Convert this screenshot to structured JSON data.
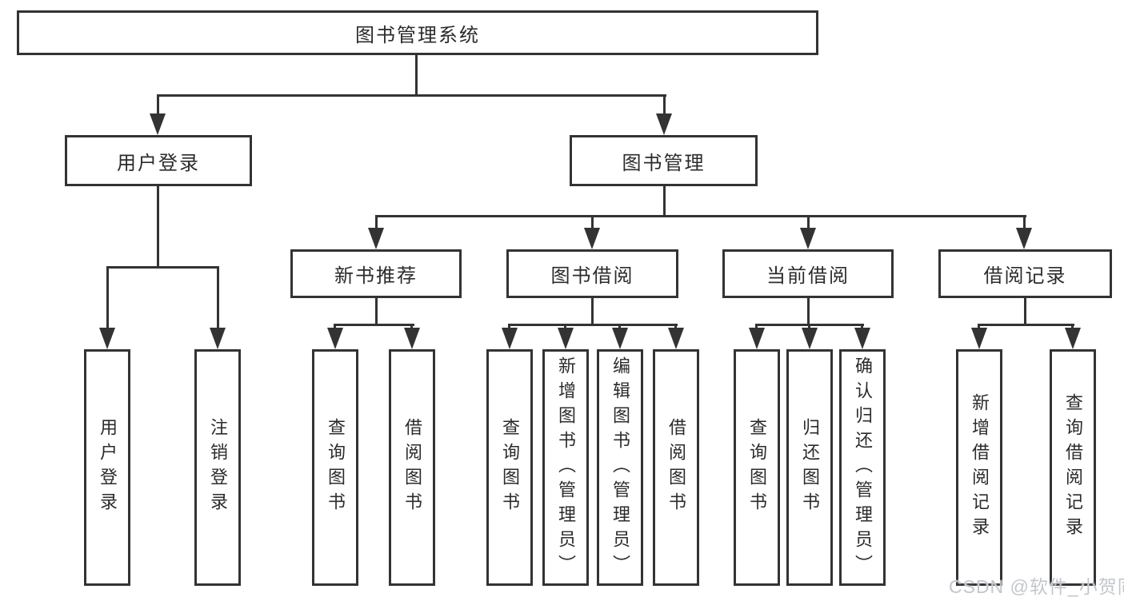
{
  "tree": {
    "root": {
      "label": "图书管理系统",
      "children": [
        {
          "label": "用户登录",
          "children": [
            {
              "label": "用户登录"
            },
            {
              "label": "注销登录"
            }
          ]
        },
        {
          "label": "图书管理",
          "children": [
            {
              "label": "新书推荐",
              "children": [
                {
                  "label": "查询图书"
                },
                {
                  "label": "借阅图书"
                }
              ]
            },
            {
              "label": "图书借阅",
              "children": [
                {
                  "label": "查询图书"
                },
                {
                  "label": "新增图书（管理员）"
                },
                {
                  "label": "编辑图书（管理员）"
                },
                {
                  "label": "借阅图书"
                }
              ]
            },
            {
              "label": "当前借阅",
              "children": [
                {
                  "label": "查询图书"
                },
                {
                  "label": "归还图书"
                },
                {
                  "label": "确认归还（管理员）"
                }
              ]
            },
            {
              "label": "借阅记录",
              "children": [
                {
                  "label": "新增借阅记录"
                },
                {
                  "label": "查询借阅记录"
                }
              ]
            }
          ]
        }
      ]
    }
  },
  "watermark": {
    "text": "CSDN @软件_小贺同学"
  },
  "colors": {
    "line": "#333333",
    "text": "#2b2b2b",
    "background": "#ffffff",
    "watermark": "#c3c6cc"
  }
}
